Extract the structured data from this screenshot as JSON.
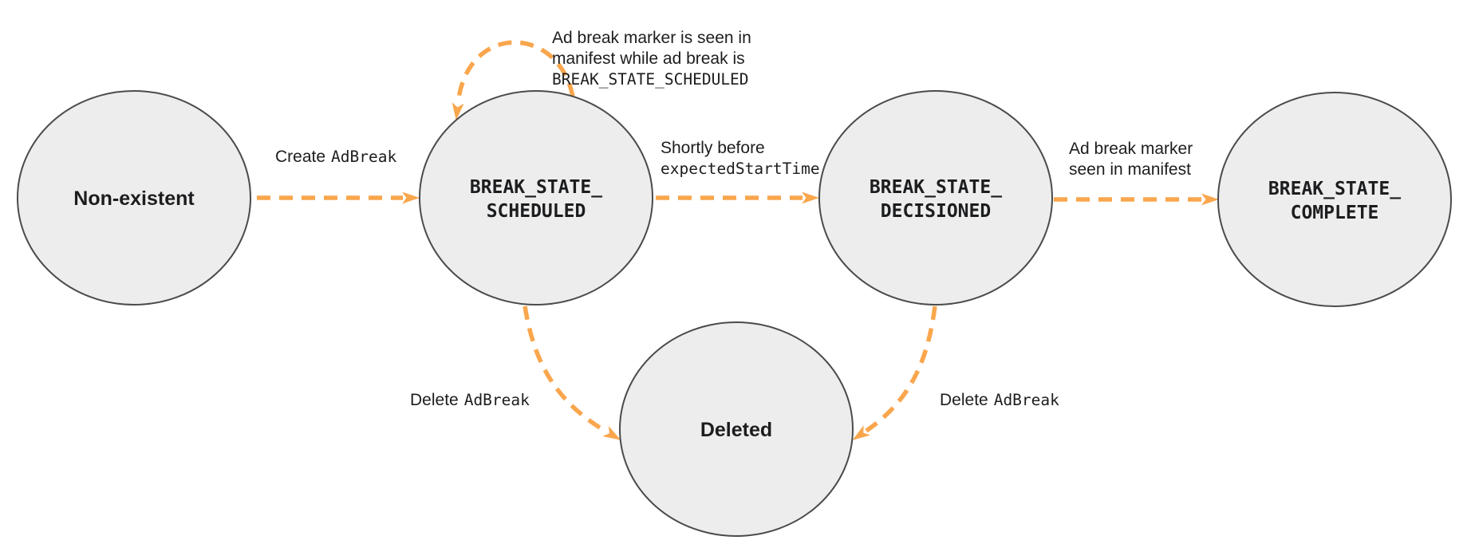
{
  "diagram": {
    "kind": "ad-break-state-machine",
    "colors": {
      "background": "#ffffff",
      "node_fill": "#ededed",
      "node_border": "#4a4b4d",
      "arrow": "#f9a64d",
      "text": "#1c1d1f"
    },
    "states": {
      "nonexistent": {
        "label": "Non-existent"
      },
      "scheduled": {
        "line1": "BREAK_STATE_",
        "line2": "SCHEDULED"
      },
      "decisioned": {
        "line1": "BREAK_STATE_",
        "line2": "DECISIONED"
      },
      "complete": {
        "line1": "BREAK_STATE_",
        "line2": "COMPLETE"
      },
      "deleted": {
        "label": "Deleted"
      }
    },
    "transitions": {
      "create": {
        "text": "Create",
        "code": "AdBreak"
      },
      "self_loop": {
        "line1": "Ad break marker is seen in",
        "line2": "manifest while ad break is",
        "line3_code": "BREAK_STATE_SCHEDULED"
      },
      "to_decisioned": {
        "line1": "Shortly before",
        "line2_code": "expectedStartTime"
      },
      "to_complete": {
        "line1": "Ad break marker",
        "line2": "seen in manifest"
      },
      "delete_from_scheduled": {
        "text": "Delete",
        "code": "AdBreak"
      },
      "delete_from_decisioned": {
        "text": "Delete",
        "code": "AdBreak"
      }
    }
  }
}
